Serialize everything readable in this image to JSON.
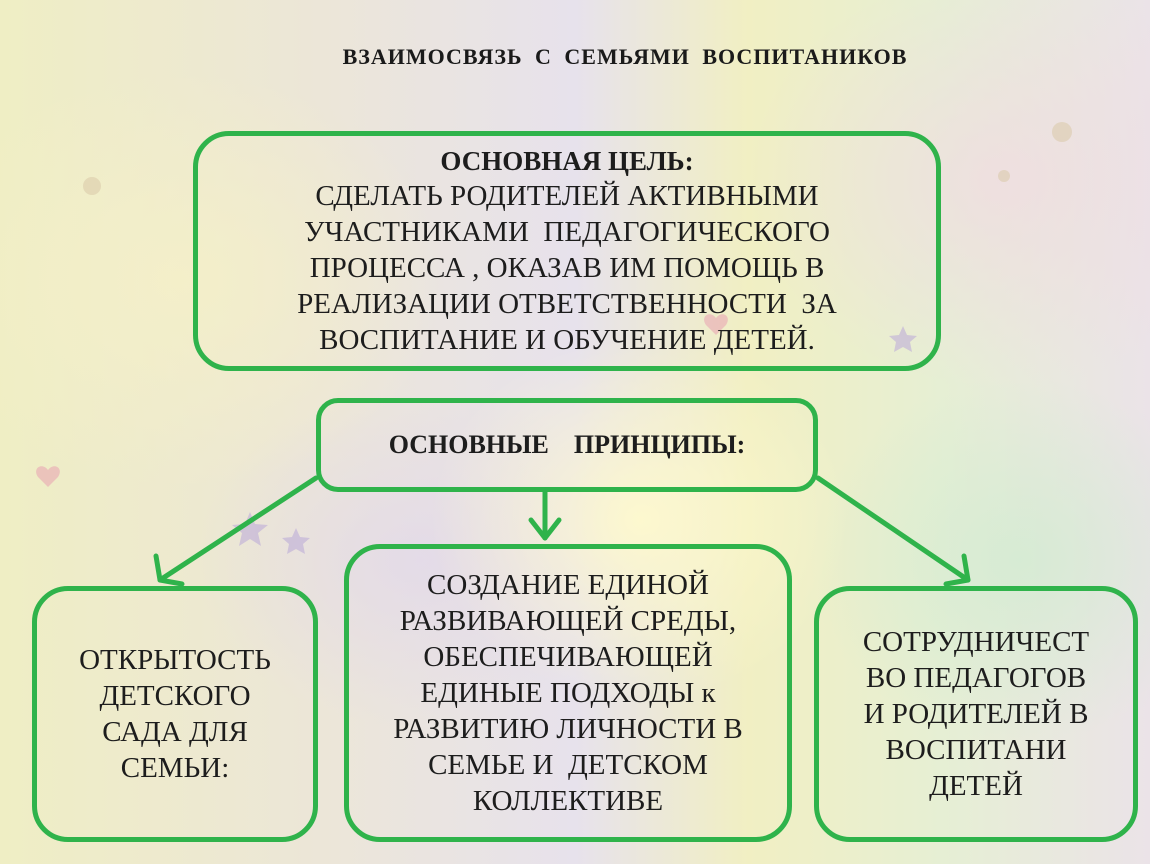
{
  "title": "ВЗАИМОСВЯЗЬ С СЕМЬЯМИ ВОСПИТАНИКОВ",
  "goal": {
    "heading": "ОСНОВНАЯ ЦЕЛЬ:",
    "lines": [
      "СДЕЛАТЬ РОДИТЕЛЕЙ АКТИВНЫМИ",
      "УЧАСТНИКАМИ  ПЕДАГОГИЧЕСКОГО",
      "ПРОЦЕССА , ОКАЗАВ ИМ ПОМОЩЬ В",
      "РЕАЛИЗАЦИИ ОТВЕТСТВЕННОСТИ  ЗА",
      "ВОСПИТАНИЕ И ОБУЧЕНИЕ ДЕТЕЙ."
    ]
  },
  "principles": {
    "heading": "ОСНОВНЫЕ  ПРИНЦИПЫ:"
  },
  "cards": {
    "left": [
      "ОТКРЫТОСТЬ",
      "ДЕТСКОГО",
      "САДА ДЛЯ",
      "СЕМЬИ:"
    ],
    "middle": [
      "СОЗДАНИЕ ЕДИНОЙ",
      "РАЗВИВАЮЩЕЙ СРЕДЫ,",
      "ОБЕСПЕЧИВАЮЩЕЙ",
      "ЕДИНЫЕ ПОДХОДЫ к",
      "РАЗВИТИЮ ЛИЧНОСТИ В",
      "СЕМЬЕ И  ДЕТСКОМ",
      "КОЛЛЕКТИВЕ"
    ],
    "right": [
      "СОТРУДНИЧЕСТ",
      "ВО ПЕДАГОГОВ",
      "И РОДИТЕЛЕЙ В",
      "ВОСПИТАНИ",
      "ДЕТЕЙ"
    ]
  },
  "colors": {
    "accent": "#2fb34b",
    "text": "#1d1d1d"
  }
}
